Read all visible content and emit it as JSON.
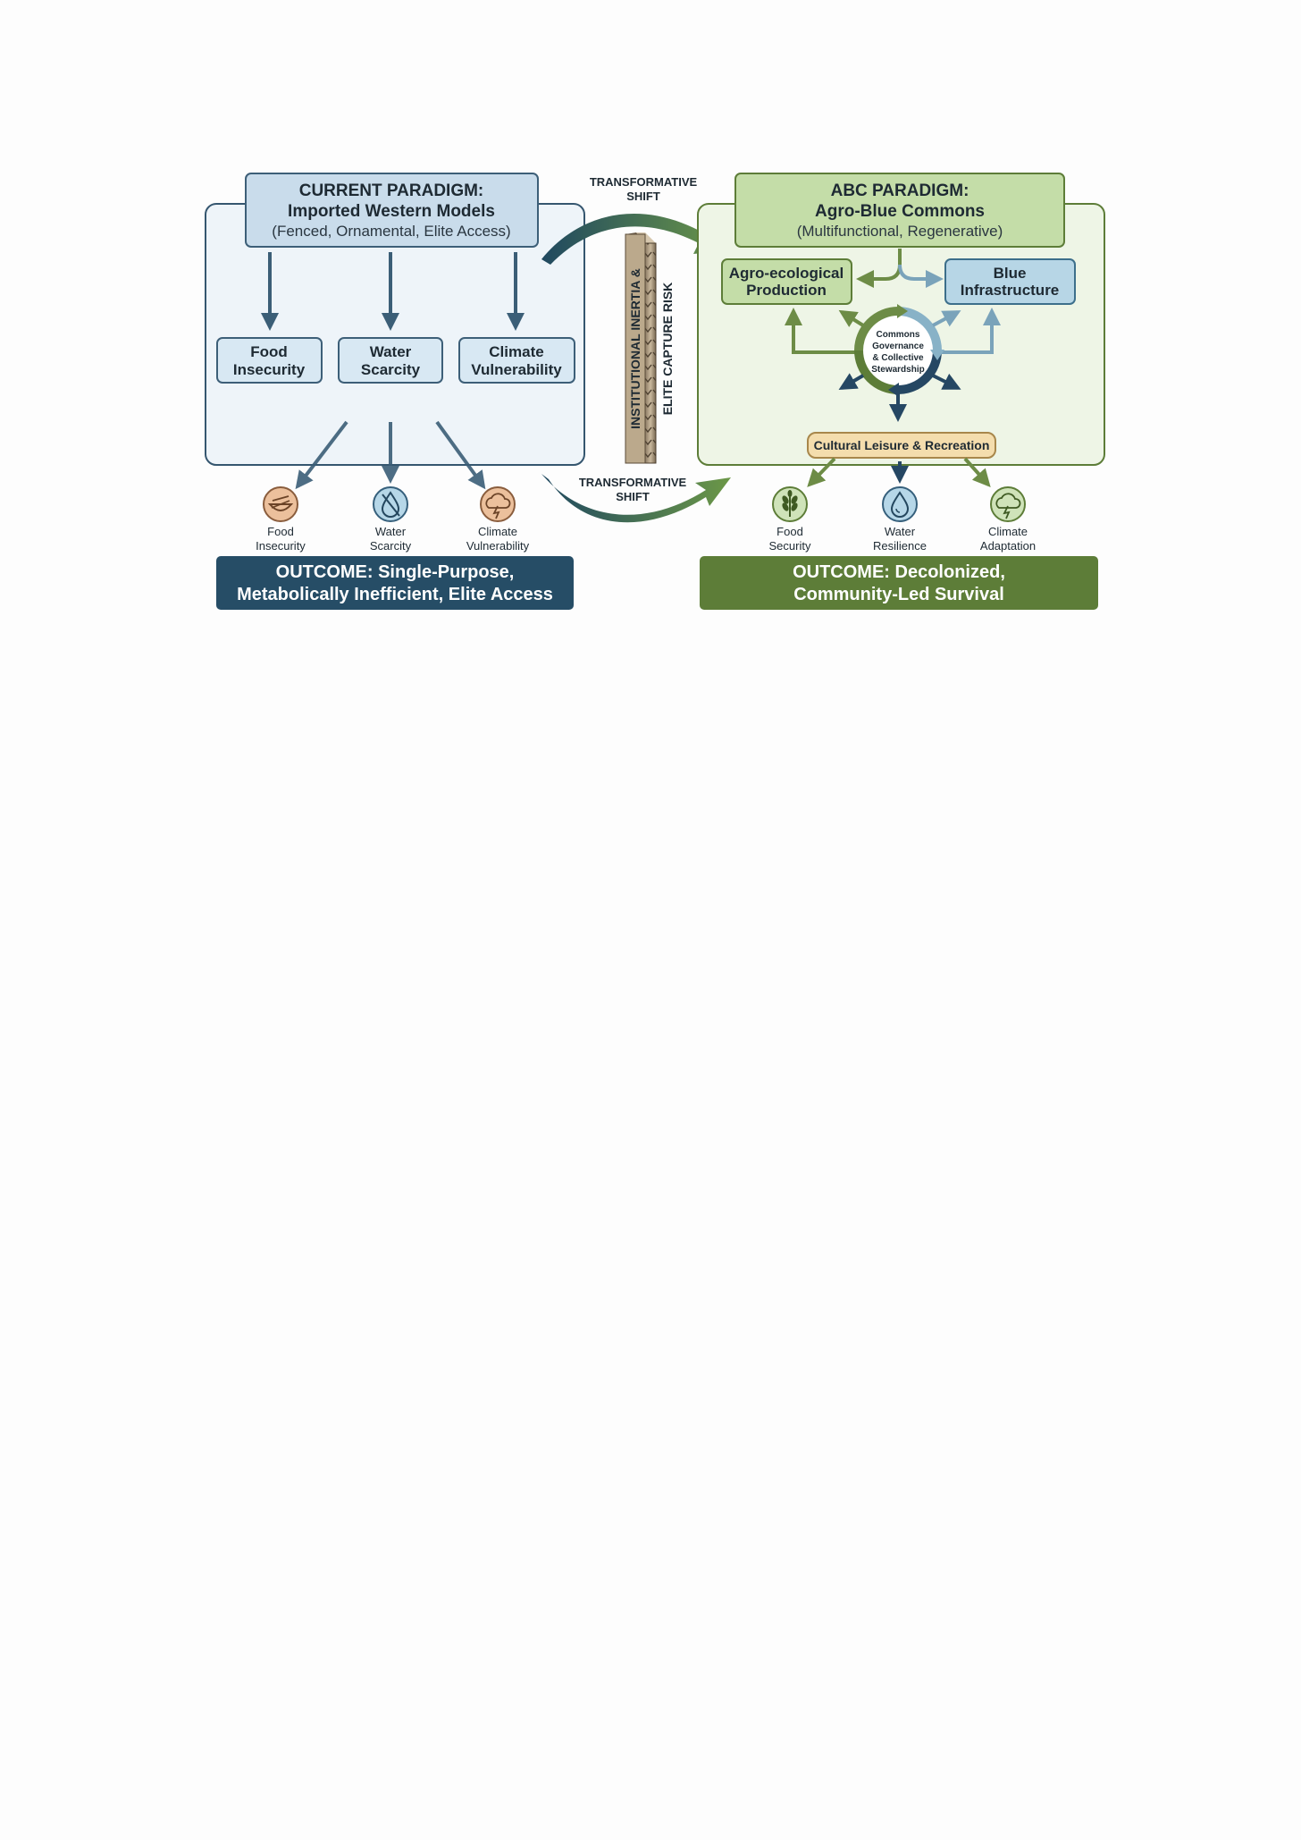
{
  "current": {
    "title_line1": "CURRENT PARADIGM:",
    "title_line2": "Imported Western Models",
    "subtitle": "(Fenced, Ornamental, Elite Access)",
    "issues": [
      {
        "line1": "Food",
        "line2": "Insecurity"
      },
      {
        "line1": "Water",
        "line2": "Scarcity"
      },
      {
        "line1": "Climate",
        "line2": "Vulnerability"
      }
    ],
    "icon_items": [
      {
        "icon": "food-bowl-icon",
        "line1": "Food",
        "line2": "Insecurity"
      },
      {
        "icon": "water-drop-slash-icon",
        "line1": "Water",
        "line2": "Scarcity"
      },
      {
        "icon": "storm-cloud-icon",
        "line1": "Climate",
        "line2": "Vulnerability"
      }
    ],
    "outcome_line1": "OUTCOME: Single-Purpose,",
    "outcome_line2": "Metabolically Inefficient, Elite Access"
  },
  "shift": {
    "top_line1": "TRANSFORMATIVE",
    "top_line2": "SHIFT",
    "bottom_line1": "TRANSFORMATIVE",
    "bottom_line2": "SHIFT"
  },
  "barrier": {
    "line1": "INSTITUTIONAL INERTIA &",
    "line2": "ELITE CAPTURE RISK"
  },
  "abc": {
    "title_line1": "ABC PARADIGM:",
    "title_line2": "Agro-Blue Commons",
    "subtitle": "(Multifunctional, Regenerative)",
    "agro_line1": "Agro-ecological",
    "agro_line2": "Production",
    "blue_line1": "Blue",
    "blue_line2": "Infrastructure",
    "hub_lines": [
      "Commons",
      "Governance",
      "& Collective",
      "Stewardship"
    ],
    "cultural": "Cultural Leisure & Recreation",
    "icon_items": [
      {
        "icon": "wheat-icon",
        "line1": "Food",
        "line2": "Security"
      },
      {
        "icon": "water-drop-icon",
        "line1": "Water",
        "line2": "Resilience"
      },
      {
        "icon": "cloud-lightning-icon",
        "line1": "Climate",
        "line2": "Adaptation"
      }
    ],
    "outcome_line1": "OUTCOME: Decolonized,",
    "outcome_line2": "Community-Led Survival"
  },
  "colors": {
    "current_dark": "#264d66",
    "current_light": "#d4e5f1",
    "abc_dark": "#5d7d38",
    "abc_light": "#c4dda8",
    "cultural": "#f4ddad",
    "food_icon": "#e8b48c",
    "water_icon": "#a9cfe2"
  }
}
